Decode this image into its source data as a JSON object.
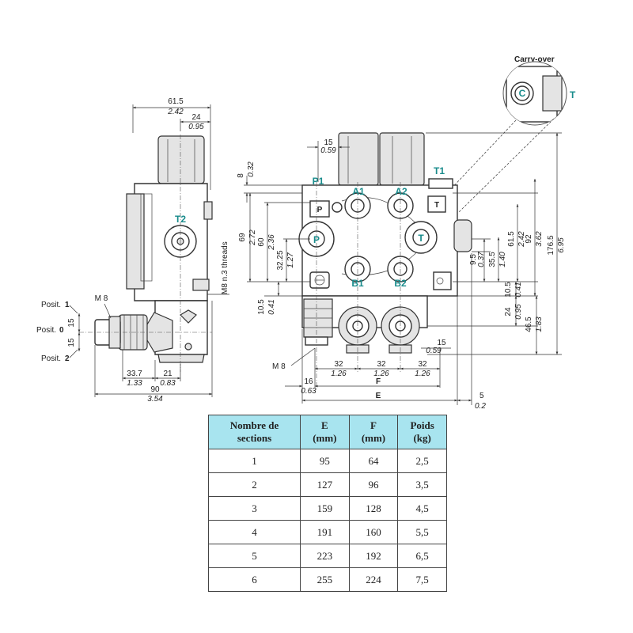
{
  "drawing": {
    "carry_over_title": "Carry-over",
    "ports": {
      "C": "C",
      "T_carry": "T",
      "T2": "T2",
      "P1": "P1",
      "A1": "A1",
      "A2": "A2",
      "T1": "T1",
      "P": "P",
      "T": "T",
      "B1": "B1",
      "B2": "B2",
      "box_P": "P",
      "box_T": "T"
    },
    "side_view": {
      "d_61_5_mm": "61.5",
      "d_61_5_in": "2.42",
      "d_24_mm": "24",
      "d_24_in": "0.95",
      "thread": "M8 n.3 threads",
      "m8": "M 8",
      "posit1": "Posit.",
      "posit1_n": "1",
      "posit0": "Posit.",
      "posit0_n": "0",
      "posit2": "Posit.",
      "posit2_n": "2",
      "d_15a": "15",
      "d_15b": "15",
      "d_33_7_mm": "33.7",
      "d_33_7_in": "1.33",
      "d_21_mm": "21",
      "d_21_in": "0.83",
      "d_90_mm": "90",
      "d_90_in": "3.54"
    },
    "front_view": {
      "d_15_mm": "15",
      "d_15_in": "0.59",
      "d_8_mm": "8",
      "d_8_in": "0.32",
      "d_69_mm": "69",
      "d_69_in": "2.72",
      "d_60_mm": "60",
      "d_60_in": "2.36",
      "d_32_25_mm": "32.25",
      "d_32_25_in": "1.27",
      "d_10_5l_mm": "10.5",
      "d_10_5l_in": "0.41",
      "m8": "M 8",
      "d_9_5_mm": "9.5",
      "d_9_5_in": "0.37",
      "d_35_5_mm": "35.5",
      "d_35_5_in": "1.40",
      "d_61_5_mm": "61.5",
      "d_61_5_in": "2.42",
      "d_92_mm": "92",
      "d_92_in": "3.62",
      "d_176_5_mm": "176.5",
      "d_176_5_in": "6.95",
      "d_10_5r_mm": "10.5",
      "d_10_5r_in": "0.41",
      "d_24_mm": "24",
      "d_24_in": "0.95",
      "d_46_5_mm": "46.5",
      "d_46_5_in": "1.83",
      "d_15b_mm": "15",
      "d_15b_in": "0.59",
      "d_32a_mm": "32",
      "d_32a_in": "1.26",
      "d_32b_mm": "32",
      "d_32b_in": "1.26",
      "d_32c_mm": "32",
      "d_32c_in": "1.26",
      "d_16_mm": "16",
      "d_16_in": "0.63",
      "F": "F",
      "E": "E",
      "d_5_mm": "5",
      "d_5_in": "0.2"
    }
  },
  "table": {
    "headers": [
      "Nombre de sections",
      "E (mm)",
      "F (mm)",
      "Poids (kg)"
    ],
    "header_lines": [
      [
        "Nombre de",
        "sections"
      ],
      [
        "E",
        "(mm)"
      ],
      [
        "F",
        "(mm)"
      ],
      [
        "Poids",
        "(kg)"
      ]
    ],
    "rows": [
      [
        "1",
        "95",
        "64",
        "2,5"
      ],
      [
        "2",
        "127",
        "96",
        "3,5"
      ],
      [
        "3",
        "159",
        "128",
        "4,5"
      ],
      [
        "4",
        "191",
        "160",
        "5,5"
      ],
      [
        "5",
        "223",
        "192",
        "6,5"
      ],
      [
        "6",
        "255",
        "224",
        "7,5"
      ]
    ]
  }
}
